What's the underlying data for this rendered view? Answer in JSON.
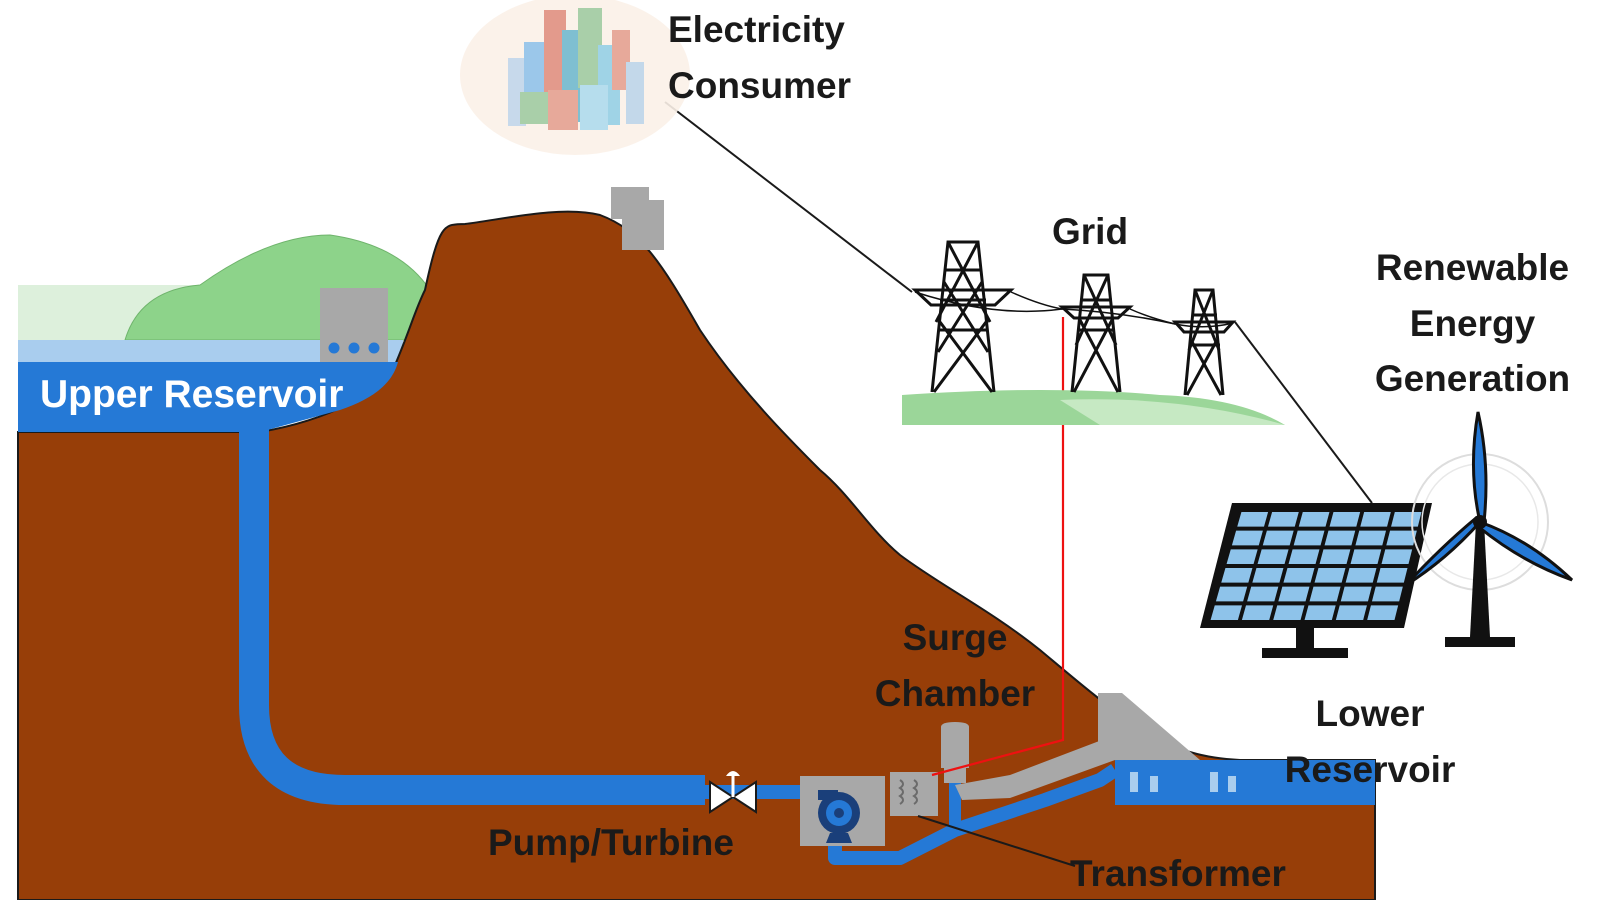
{
  "labels": {
    "electricity_consumer": [
      "Electricity",
      "Consumer"
    ],
    "grid": "Grid",
    "renewable": [
      "Renewable",
      "Energy",
      "Generation"
    ],
    "upper_reservoir": "Upper Reservoir",
    "lower_reservoir": [
      "Lower",
      "Reservoir"
    ],
    "surge_chamber": [
      "Surge",
      "Chamber"
    ],
    "pump_turbine": "Pump/Turbine",
    "transformer": "Transformer"
  },
  "icons": [
    "city-icon",
    "transmission-tower-icon",
    "solar-panel-icon",
    "wind-turbine-icon",
    "valve-icon",
    "pump-turbine-icon",
    "transformer-icon",
    "surge-chamber-icon",
    "intake-structure-icon",
    "outlet-structure-icon"
  ],
  "colors": {
    "mountain": "#973e08",
    "water": "#2579d6",
    "water_light": "#a9cdee",
    "hill_green": "#8dd38a",
    "structure_gray": "#a8a8a8",
    "power_line": "#ee1111",
    "solar_cell": "#8ec3ea"
  }
}
